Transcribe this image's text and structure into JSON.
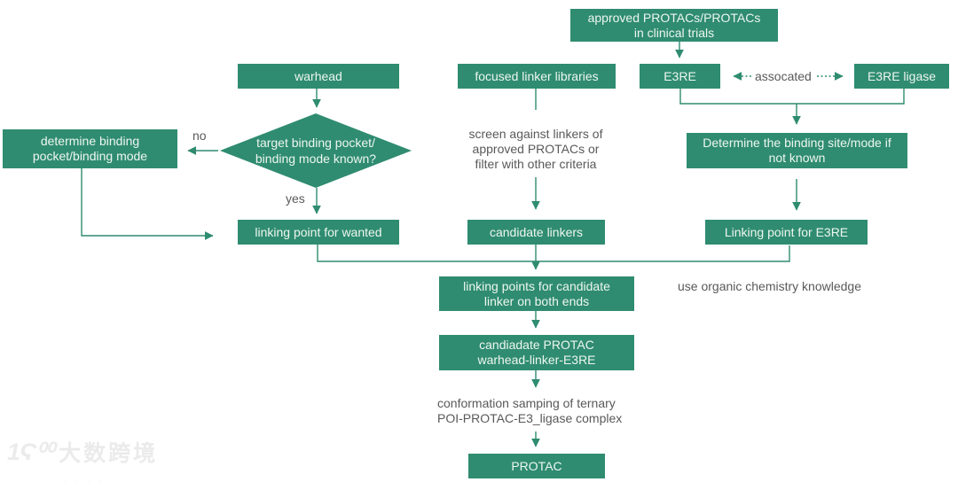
{
  "diagram": {
    "nodes": {
      "approved_protacs": "approved PROTACs/PROTACs\nin clinical trials",
      "warhead": "warhead",
      "focused_linker_libraries": "focused linker libraries",
      "e3re": "E3RE",
      "e3re_ligase": "E3RE ligase",
      "determine_binding_pocket": "determine binding\npocket/binding mode",
      "decision_binding_known": "target binding pocket/\nbinding mode known?",
      "determine_binding_site": "Determine the binding site/mode if\nnot known",
      "linking_point_wanted": "linking point for wanted",
      "candidate_linkers": "candidate linkers",
      "linking_point_e3re": "Linking point for E3RE",
      "linking_points_candidate": "linking points for candidate\nlinker on both ends",
      "candidate_protac": "candiadate PROTAC\nwarhead-linker-E3RE",
      "protac": "PROTAC"
    },
    "labels": {
      "no": "no",
      "yes": "yes",
      "assocated": "assocated",
      "screen_linkers": "screen against linkers of\napproved PROTACs or\nfilter with other criteria",
      "use_organic_chemistry": "use organic chemistry knowledge",
      "conformation_sampling": "conformation samping of ternary\nPOI-PROTAC-E3_ligase complex"
    },
    "colors": {
      "node_fill": "#2f8c70",
      "node_text": "#eef6f1",
      "gray_text": "#595959",
      "background": "#ffffff",
      "watermark": "#ebebeb"
    },
    "watermark": {
      "logo": "1Ϛ⁰⁰",
      "text": "大数跨境"
    }
  }
}
